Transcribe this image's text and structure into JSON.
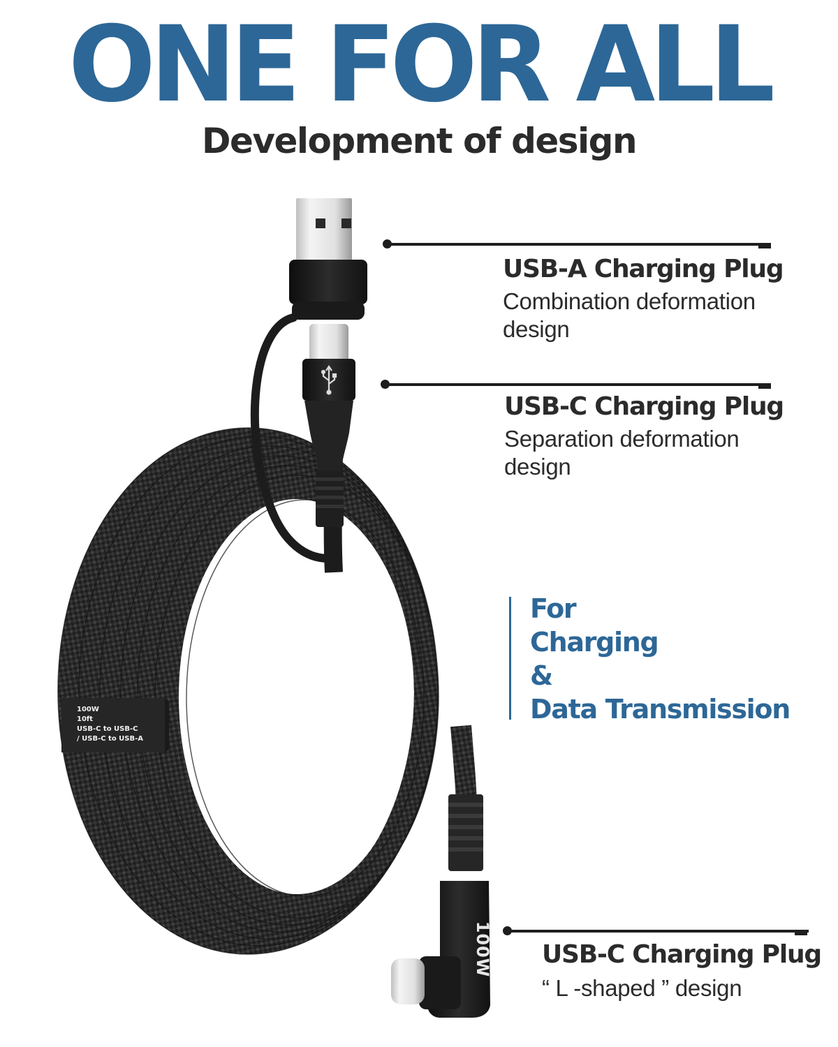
{
  "header": {
    "title": "ONE FOR ALL",
    "subtitle": "Development of design"
  },
  "callouts": [
    {
      "title": "USB-A Charging Plug",
      "desc_line1": "Combination deformation",
      "desc_line2": "design"
    },
    {
      "title": "USB-C Charging Plug",
      "desc_line1": "Separation deformation",
      "desc_line2": "design"
    },
    {
      "title": "USB-C Charging Plug",
      "desc_line1": "“ L -shaped ” design"
    }
  ],
  "feature": {
    "lines": [
      "For",
      "Charging",
      "&",
      "Data Transmission"
    ]
  },
  "product": {
    "label_band": [
      "100W",
      "10ft",
      "USB-C to USB-C",
      "/ USB-C to USB-A"
    ],
    "l_plug_text": "100W",
    "usb_icon": "usb-icon"
  },
  "colors": {
    "brand_blue": "#2d6797",
    "text_dark": "#2b2b2b",
    "cable_black": "#1f1f1f"
  }
}
